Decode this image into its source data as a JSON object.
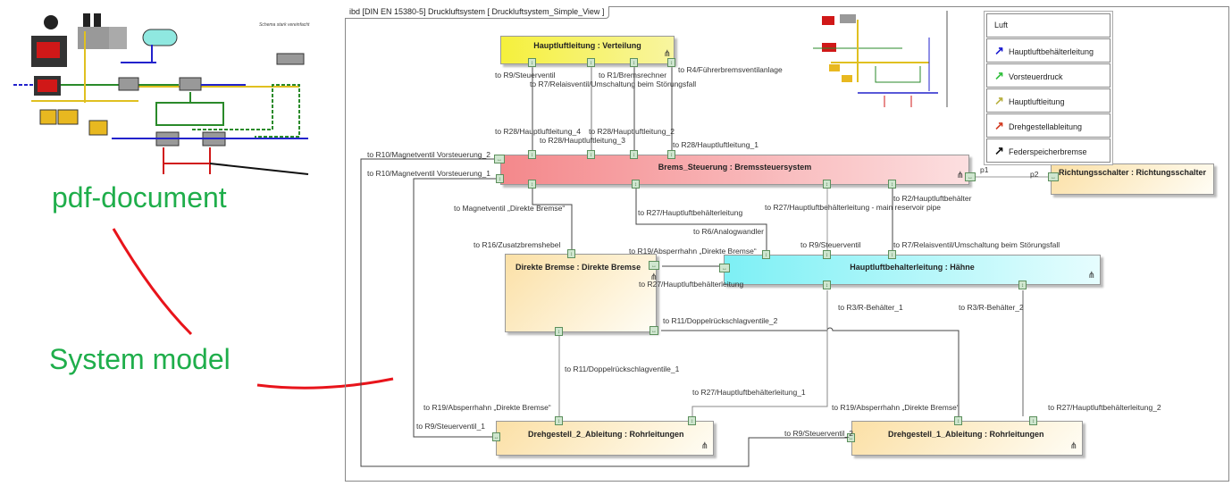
{
  "slide": {
    "pdf_label": "pdf-document",
    "model_label": "System model",
    "label_color": "#1fae4b",
    "annotation_color": "#e8141b",
    "schematic_note": "Schema stark vereinfacht"
  },
  "diagram": {
    "frame_title": "ibd [DIN EN 15380-5] Druckluftsystem [ Druckluftsystem_Simple_View ]",
    "blocks": {
      "verteilung": "Hauptluftleitung : Verteilung",
      "brems": "Brems_Steuerung : Bremssteuersystem",
      "richtung": "Richtungsschalter : Richtungsschalter",
      "direkte": "Direkte Bremse : Direkte Bremse",
      "haehne": "Hauptluftbehalterleitung : Hähne",
      "dg2": "Drehgestell_2_Ableitung : Rohrleitungen",
      "dg1": "Drehgestell_1_Ableitung : Rohrleitungen"
    },
    "block_colors": {
      "verteilung": "#f5f03c",
      "brems": "#f4888b",
      "haehne": "#7df0f5",
      "rohr": "#fbe0a6"
    },
    "labels": {
      "r9_steuerventil": "to R9/Steuerventil",
      "r1": "to R1/Bremsrechner",
      "r4": "to R4/Führerbremsventilanlage",
      "r7_top": "to R7/Relaisventil/Umschaltung beim Störungsfall",
      "r28_4": "to R28/Hauptluftleitung_4",
      "r28_2": "to R28/Hauptluftleitung_2",
      "r28_3": "to R28/Hauptluftleitung_3",
      "r28_1": "to R28/Hauptluftleitung_1",
      "r10_2": "to R10/Magnetventil Vorsteuerung_2",
      "r10_1": "to R10/Magnetventil Vorsteuerung_1",
      "p1": "p1",
      "p2": "p2",
      "mv_direkte": "to Magnetventil „Direkte Bremse“",
      "r27_a": "to R27/Hauptluftbehälterleitung",
      "r6": "to R6/Analogwandler",
      "r27_main": "to R27/Hauptluftbehälterleitung - main reservoir pipe",
      "r2": "to R2/Hauptluftbehälter",
      "r16": "to R16/Zusatzbremshebel",
      "r19_a": "to R19/Absperrhahn „Direkte Bremse“",
      "r9_b": "to R9/Steuerventil",
      "r7_b": "to R7/Relaisventil/Umschaltung beim Störungsfall",
      "r27_b": "to R27/Hauptluftbehälterleitung",
      "r11_2": "to R11/Doppelrückschlagventile_2",
      "r3_1": "to R3/R-Behälter_1",
      "r3_2": "to R3/R-Behälter_2",
      "r11_1": "to R11/Doppelrückschlagventile_1",
      "r27_1": "to R27/Hauptluftbehälterleitung_1",
      "r19_b": "to R19/Absperrhahn „Direkte Bremse“",
      "r19_c": "to R19/Absperrhahn „Direkte Bremse“",
      "r27_2": "to R27/Hauptluftbehälterleitung_2",
      "r9_1": "to R9/Steuerventil_1",
      "r9_2": "to R9/Steuerventil_2"
    },
    "legend": {
      "header": "Luft",
      "items": [
        {
          "label": "Hauptluftbehälterleitung",
          "color": "#1a1ad0"
        },
        {
          "label": "Vorsteuerdruck",
          "color": "#2fbf3a"
        },
        {
          "label": "Hauptluftleitung",
          "color": "#b8b040"
        },
        {
          "label": "Drehgestellableitung",
          "color": "#d23a20"
        },
        {
          "label": "Federspeicherbremse",
          "color": "#111111"
        }
      ]
    }
  }
}
